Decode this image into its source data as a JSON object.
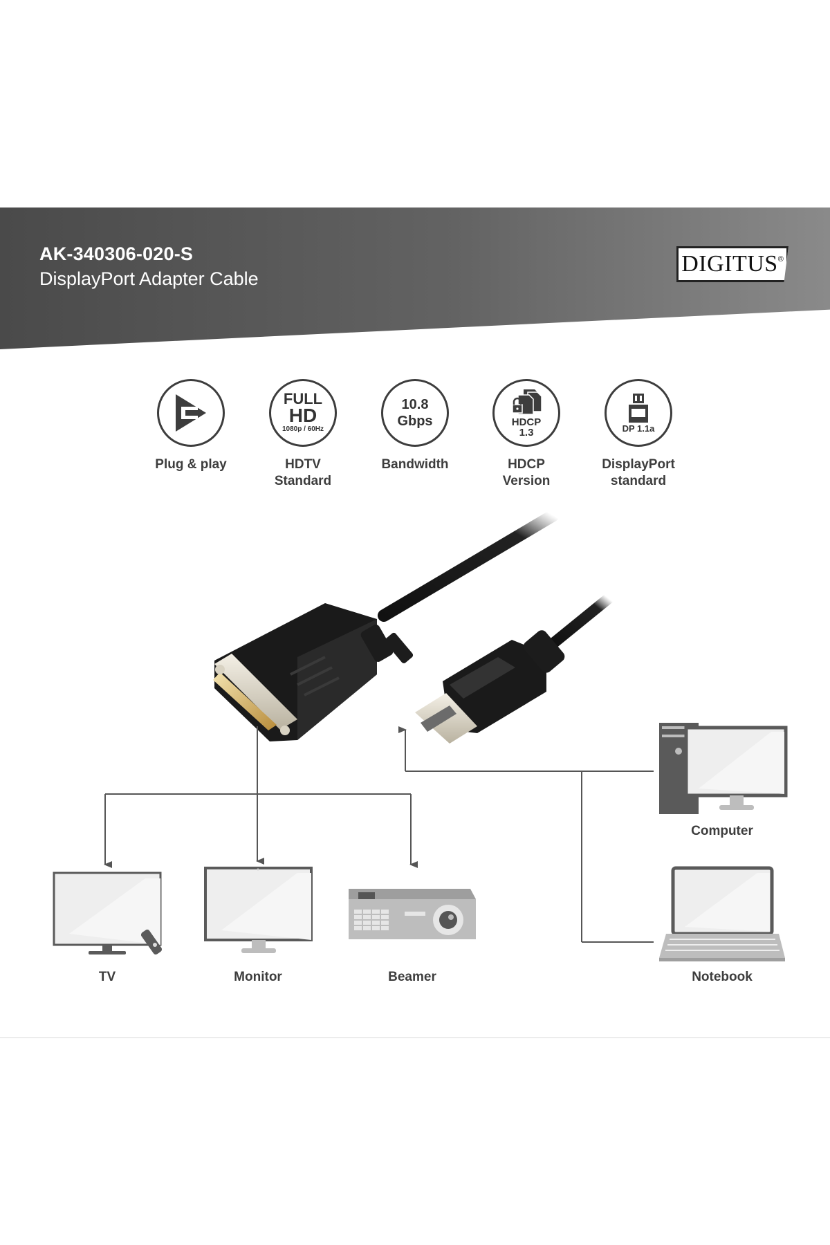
{
  "header": {
    "product_code": "AK-340306-020-S",
    "product_name": "DisplayPort Adapter Cable",
    "brand_logo": "DIGITUS",
    "registered_mark": "®"
  },
  "features": [
    {
      "icon": "plug-and-play-icon",
      "label": "Plug & play"
    },
    {
      "icon": "full-hd-icon",
      "icon_top": "FULL",
      "icon_main": "HD",
      "icon_sub": "1080p / 60Hz",
      "label_line1": "HDTV",
      "label_line2": "Standard"
    },
    {
      "icon": "bandwidth-icon",
      "icon_line1": "10.8",
      "icon_line2": "Gbps",
      "label": "Bandwidth"
    },
    {
      "icon": "hdcp-lock-icon",
      "icon_line1": "HDCP",
      "icon_line2": "1.3",
      "label_line1": "HDCP",
      "label_line2": "Version"
    },
    {
      "icon": "displayport-connector-icon",
      "icon_text": "DP 1.1a",
      "label_line1": "DisplayPort",
      "label_line2": "standard"
    }
  ],
  "devices": {
    "tv": "TV",
    "monitor": "Monitor",
    "beamer": "Beamer",
    "computer": "Computer",
    "notebook": "Notebook"
  },
  "colors": {
    "header_dark": "#4a4a4a",
    "header_light": "#8a8a8a",
    "icon_stroke": "#3d3d3d",
    "connector_line": "#555555",
    "cable_black": "#1a1a1a",
    "device_grey": "#5a5a5a",
    "screen_fill": "#eeeeee"
  }
}
